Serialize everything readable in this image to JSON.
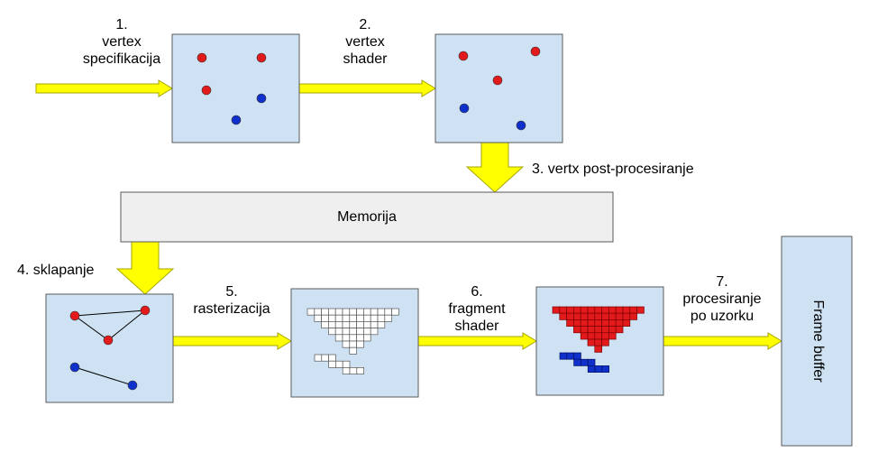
{
  "colors": {
    "box_fill": "#cfe2f3",
    "box_stroke": "#595959",
    "memory_fill": "#efefef",
    "arrow_fill": "#ffff00",
    "arrow_stroke": "#a6a600",
    "red": "#e31a1c",
    "blue": "#1030cc"
  },
  "steps": {
    "s1": [
      "1.",
      "vertex",
      "specifikacija"
    ],
    "s2": [
      "2.",
      "vertex",
      "shader"
    ],
    "s3": "3. vertx post-procesiranje",
    "s4": "4. sklapanje",
    "s5": [
      "5.",
      "rasterizacija"
    ],
    "s6": [
      "6.",
      "fragment",
      "shader"
    ],
    "s7": [
      "7.",
      "procesiranje",
      "po uzorku"
    ]
  },
  "memory_label": "Memorija",
  "framebuffer_label": "Frame buffer"
}
